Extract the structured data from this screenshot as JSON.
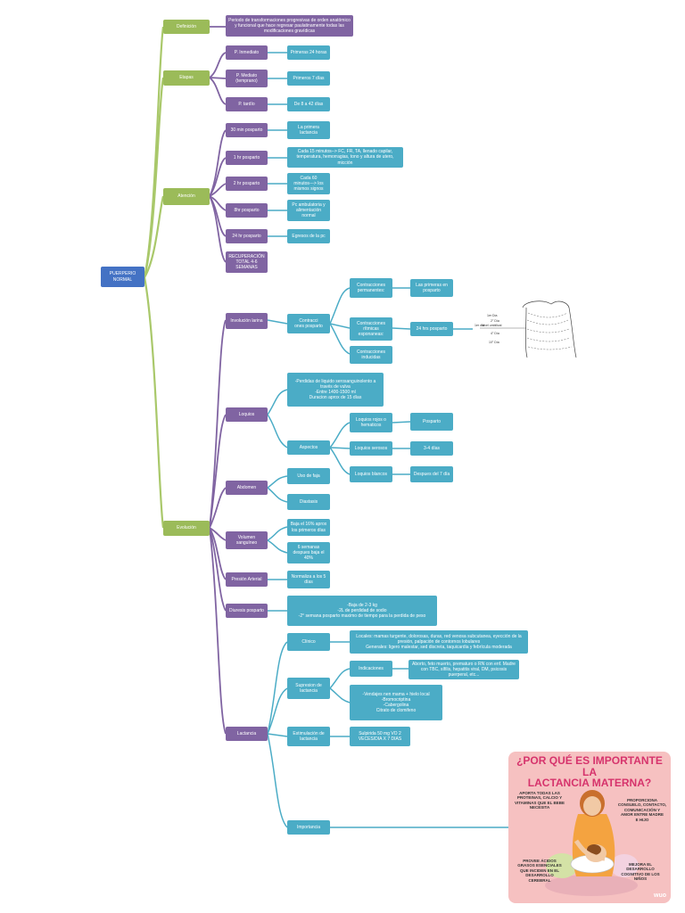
{
  "root": {
    "label": "PUERPERIO\nNORMAL"
  },
  "sections": {
    "definicion": "Definición",
    "etapas": "Etapas",
    "atencion": "Atención",
    "evolucion": "Evolución"
  },
  "definicion_text": "Periodo de transformaciones progresivas de orden anatómico y funcional que hace regresar paulatinamente todas las modificaciones gravídicas",
  "etapas": {
    "inmediato": {
      "label": "P. Inmediato",
      "value": "Primeras 24 horas"
    },
    "mediato": {
      "label": "P. Mediato\n(temprano)",
      "value": "Primeros 7 días"
    },
    "tardio": {
      "label": "P. tardío",
      "value": "De 8 a 42 días"
    }
  },
  "atencion": {
    "min30": {
      "label": "30 min posparto",
      "value": "La primera\nlactancia"
    },
    "hr1": {
      "label": "1 hr posparto",
      "value": "Cada 15 minutos--> FC, FR, TA, llenado capilar, temperatura, hemorragias, tono y altura de utero, micción"
    },
    "hr2": {
      "label": "2 hr posparto",
      "value": "Cada 60\nminutos---> los\nmismos signos"
    },
    "hr8": {
      "label": "8hr posparto",
      "value": "Pc ambulatoria y\nalimentación\nnormal"
    },
    "hr24": {
      "label": "24 hr posparto",
      "value": "Egresos de la pc"
    },
    "recuperacion": {
      "label": "RECUPERACIÓN\nTOTAL 4-6\nSEMANAS"
    }
  },
  "evolucion": {
    "involucion": "Involución larina",
    "contracciones": "Contracci\nones posparto",
    "permanentes": "Contracciones\npermanentes:",
    "permanentes_value": "Las primeras en\nposparto",
    "ritmicas": "Contracciones\nrítmicas\nesponaneas:",
    "ritmicas_value": "24 hrs posparto",
    "inducidas": "Contracciones\ninducidas",
    "loquios": "Loquios",
    "loquios_text": "-Perdidas de liquido serosanguinolento a través de vulva\n-Entre 1400-1500 ml\nDuracion aprox de 15 días",
    "aspectos": "Aspectos",
    "rojos": "Loquios rojos o\nhematicos",
    "rojos_value": "Posparto",
    "serosos": "Loquios serosos",
    "serosos_value": "3-4 días",
    "blancos": "Loquios blancos",
    "blancos_value": "Despues del 7 día",
    "abdomen": "Abdomen",
    "faja": "Uso de faja",
    "diastasis": "Diastasis",
    "volumen": "Volumen\nsanguíneo",
    "volumen_1": "Baja el 16% aprox\nlos primeros días",
    "volumen_2": "6 semanas\ndespues baja el\n40%",
    "presion": "Presión Arterial",
    "presion_value": "Normaliza a los 5\ndías",
    "diuresis": "Diuresis posparto",
    "diuresis_value": "-Baja de 2-3 kg\n-2L de perdidad de sodio\n-2° semana posparto maximo de tiempo para la perdida de peso",
    "lactancia": "Lactancia",
    "clinico": "Clínico",
    "clinico_value": "Locales: mamas turgente, dolorosas, duras, red venosa subcutanea, eyección de la presión, palpación de contornos lobulares\nGenerales: ligero malestar, sed discreta, taquicardia y febrícula moderada",
    "supresion": "Supresion de\nlactancia",
    "indicaciones": "Indicaciones",
    "indicaciones_value": "Aborto, feto muerto, prematuro o RN con enf. Madre con TBC, sífilis, hepatitis viral, DM, psicosis puerperal, etc...",
    "supresion_value": "-Vendajes nen mama + hielo local\n-Bromocriptina\n-Cabergolina\nCitrato de clomifeno",
    "estimulacion": "Estimulación de\nlactancia",
    "estimulacion_value": "Sulpirida 50 mg VO 2\nVECES/DIA X 7 DIAS",
    "importancia": "Importancia"
  },
  "uterus_labels": [
    "1er Día",
    "2° Día",
    "1er día",
    "Nivel umbilical",
    "4° Día",
    "10° Día"
  ],
  "infographic": {
    "title": "¿POR QUÉ ES IMPORTANTE LA\nLACTANCIA MATERNA?",
    "note1": "APORTA TODAS LAS\nPROTEINAS, CALCIO Y\nVITAMINAS QUE EL BEBE\nNECESITA",
    "note2": "PROPORCIONA\nCONSUELO, CONTACTO,\nCOMUNICACIÓN Y\nAMOR ENTRE MADRE\nE HIJO",
    "note3": "PROVEE ÁCIDOS\nGRASOS ESENCIALES\nQUE INCIDEN EN EL\nDESARROLLO\nCEREBRAL",
    "note4": "MEJORA EL\nDESARROLLO\nCOGNITIVO DE LOS\nNIÑOS",
    "watermark": "wuo"
  },
  "colors": {
    "root": "#4472c4",
    "green": "#9bbb59",
    "purple": "#8064a2",
    "teal": "#4bacc6",
    "line": "#9bbb59",
    "line_purple": "#8064a2",
    "line_teal": "#4bacc6"
  }
}
